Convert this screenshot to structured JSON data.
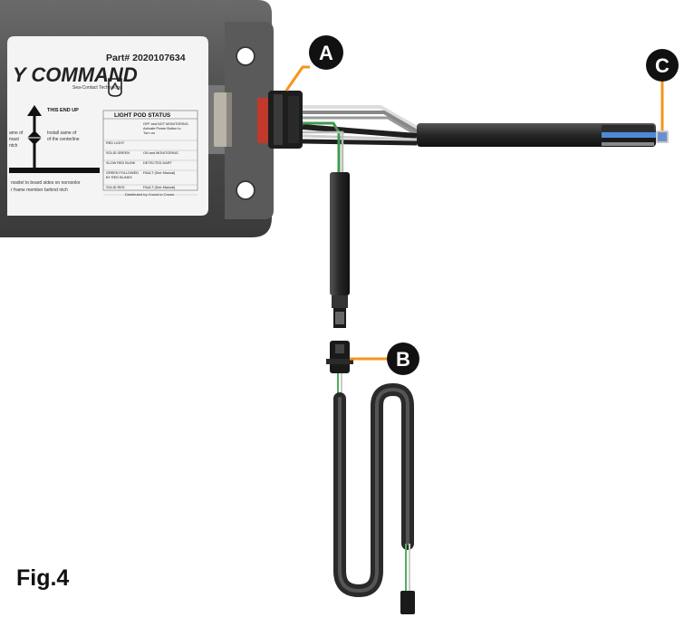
{
  "device": {
    "brand": "Y COMMAND",
    "tagline": "Sea-Contact Technology",
    "part_number": "Part# 2020107634",
    "orientation_label": "THIS END UP",
    "install_note_left": [
      "ame of",
      "mast",
      "ntch"
    ],
    "install_note_right": [
      "Install same of",
      "of the centerline"
    ],
    "bottom_note": [
      "nositel to board sides on noroonlor",
      "r frame member behind ntch"
    ],
    "status_table": {
      "title": "LIGHT POD STATUS",
      "rows": [
        {
          "state": "",
          "desc": "OFF and NOT MONITORING\nActivate Power Button to\nTurn on"
        },
        {
          "state": "RED LIGHT",
          "desc": ""
        },
        {
          "state": "SOLID GREEN",
          "desc": "ON and MONITORING"
        },
        {
          "state": "SLOW RED BLINK",
          "desc": "DETECTED DART"
        },
        {
          "state": "GREEN FOLLOWED\nBY RED BLINKS",
          "desc": "FAULT (See Manual)"
        },
        {
          "state": "SOLID RED",
          "desc": "FAULT (See Manual)"
        }
      ],
      "footer": "Distributed by Crowd to Crown"
    }
  },
  "callouts": [
    {
      "id": "A",
      "label": "A"
    },
    {
      "id": "B",
      "label": "B"
    },
    {
      "id": "C",
      "label": "C"
    }
  ],
  "figure_label": "Fig.4",
  "colors": {
    "callout_line": "#f7941d",
    "callout_badge": "#111111",
    "housing": "#4f4f4f",
    "cable": "#2b2b2b"
  }
}
